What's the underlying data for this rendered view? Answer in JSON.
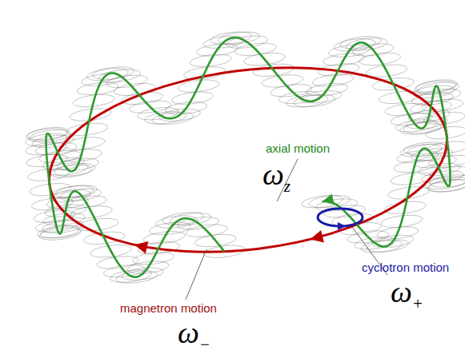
{
  "diagram": {
    "labels": [
      "axial motion",
      "ωz",
      "cyclotron motion",
      "ω+",
      "magnetron motion",
      "ω−"
    ]
  }
}
